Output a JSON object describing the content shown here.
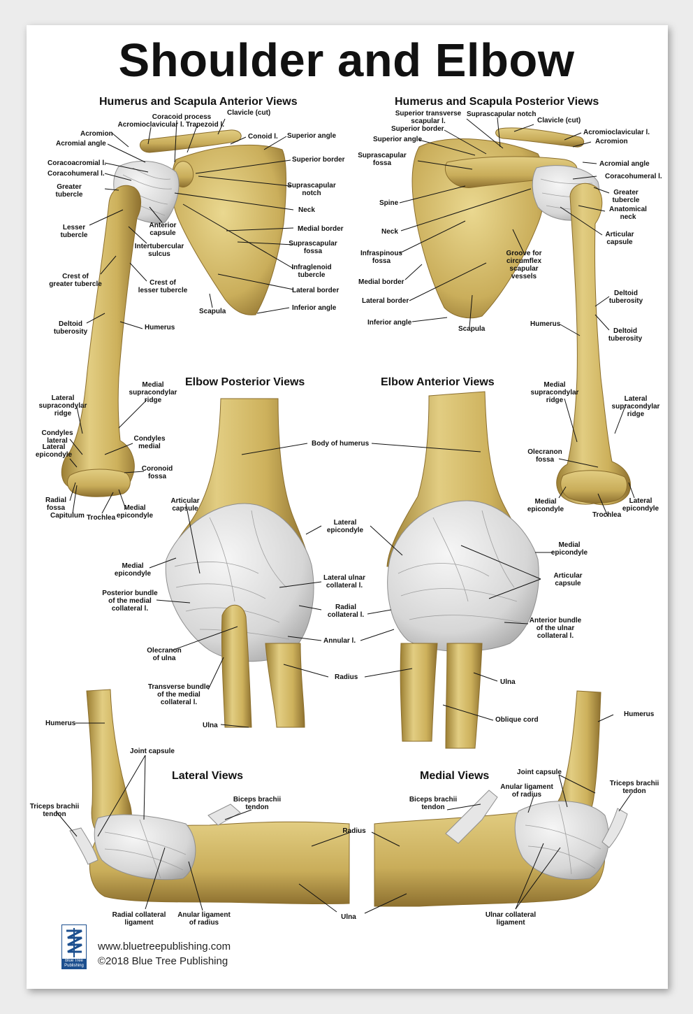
{
  "poster": {
    "title": "Shoulder and Elbow",
    "footer": {
      "url": "www.bluetreepublishing.com",
      "copyright": "©2018 Blue Tree Publishing",
      "logo_text": "Blue Tree Publishing"
    }
  },
  "sections": {
    "anterior_shoulder": "Humerus and Scapula Anterior Views",
    "posterior_shoulder": "Humerus and Scapula Posterior Views",
    "elbow_posterior": "Elbow Posterior Views",
    "elbow_anterior": "Elbow Anterior Views",
    "lateral": "Lateral Views",
    "medial": "Medial Views"
  },
  "labels": {
    "ant": {
      "coracoid_process": "Coracoid process",
      "clavicle_cut": "Clavicle (cut)",
      "acromioclavicular": "Acromioclavicular l.",
      "trapezoid": "Trapezoid l.",
      "acromion": "Acromion",
      "conoid": "Conoid l.",
      "superior_angle": "Superior angle",
      "acromial_angle": "Acromial angle",
      "coracoacromial": "Coracoacromial l.",
      "superior_border": "Superior border",
      "coracohumeral": "Coracohumeral l.",
      "greater_tubercle": "Greater\ntubercle",
      "suprascapular_notch": "Suprascapular\nnotch",
      "neck": "Neck",
      "lesser_tubercle": "Lesser\ntubercle",
      "anterior_capsule": "Anterior\ncapsule",
      "medial_border": "Medial border",
      "intertubercular_sulcus": "Intertubercular\nsulcus",
      "suprascapular_fossa": "Suprascapular\nfossa",
      "infraglenoid_tubercle": "Infraglenoid\ntubercle",
      "crest_greater": "Crest of\ngreater tubercle",
      "crest_lesser": "Crest of\nlesser tubercle",
      "lateral_border": "Lateral border",
      "scapula": "Scapula",
      "inferior_angle": "Inferior angle",
      "deltoid_tuberosity": "Deltoid\ntuberosity",
      "humerus": "Humerus",
      "medial_supracondylar": "Medial\nsupracondylar\nridge",
      "lateral_supracondylar": "Lateral\nsupracondylar\nridge",
      "condyles_lateral": "Condyles\nlateral",
      "condyles_medial": "Condyles\nmedial",
      "lateral_epicondyle": "Lateral\nepicondyle",
      "coronoid_fossa": "Coronoid\nfossa",
      "radial_fossa": "Radial\nfossa",
      "medial_epicondyle": "Medial\nepicondyle",
      "capitulum": "Capitulum",
      "trochlea": "Trochlea"
    },
    "post": {
      "superior_transverse": "Superior transverse\nscapular l.",
      "suprascapular_notch": "Suprascapular notch",
      "clavicle_cut": "Clavicle (cut)",
      "superior_border": "Superior border",
      "acromioclavicular": "Acromioclavicular l.",
      "superior_angle": "Superior angle",
      "acromion": "Acromion",
      "suprascapular_fossa": "Suprascapular\nfossa",
      "acromial_angle": "Acromial angle",
      "coracohumeral": "Coracohumeral l.",
      "greater_tubercle": "Greater\ntubercle",
      "spine": "Spine",
      "anatomical_neck": "Anatomical\nneck",
      "neck": "Neck",
      "articular_capsule": "Articular\ncapsule",
      "infraspinous_fossa": "Infraspinous\nfossa",
      "groove": "Groove for\ncircumflex\nscapular\nvessels",
      "medial_border": "Medial border",
      "lateral_border": "Lateral border",
      "deltoid_tuberosity_a": "Deltoid\ntuberosity",
      "humerus": "Humerus",
      "deltoid_tuberosity_b": "Deltoid\ntuberosity",
      "inferior_angle": "Inferior angle",
      "scapula": "Scapula",
      "medial_supracondylar": "Medial\nsupracondylar\nridge",
      "lateral_supracondylar": "Lateral\nsupracondylar\nridge",
      "olecranon_fossa": "Olecranon\nfossa",
      "medial_epicondyle": "Medial\nepicondyle",
      "lateral_epicondyle": "Lateral\nepicondyle",
      "trochlea": "Trochlea"
    },
    "elbow": {
      "body_of_humerus": "Body of  humerus",
      "articular_capsule_l": "Articular\ncapsule",
      "lateral_epicondyle": "Lateral\nepicondyle",
      "medial_epicondyle_l": "Medial\nepicondyle",
      "medial_epicondyle_r": "Medial\nepicondyle",
      "articular_capsule_r": "Articular\ncapsule",
      "lateral_ulnar_collateral": "Lateral ulnar\ncollateral l.",
      "posterior_bundle": "Posterior bundle\nof the medial\ncollateral l.",
      "radial_collateral": "Radial\ncollateral l.",
      "anterior_bundle": "Anterior bundle\nof the ulnar\ncollateral l.",
      "annular": "Annular l.",
      "olecranon_of_ulna": "Olecranon\nof ulna",
      "radius": "Radius",
      "ulna_r": "Ulna",
      "transverse_bundle": "Transverse bundle\nof the medial\ncollateral l.",
      "oblique_cord": "Oblique cord",
      "ulna_l": "Ulna"
    },
    "side": {
      "humerus_l": "Humerus",
      "humerus_r": "Humerus",
      "joint_capsule_l": "Joint capsule",
      "joint_capsule_r": "Joint capsule",
      "anular_radius_top": "Anular ligament\nof radius",
      "triceps_l": "Triceps brachii\ntendon",
      "triceps_r": "Triceps brachii\ntendon",
      "biceps_l": "Biceps brachii\ntendon",
      "biceps_r": "Biceps brachii\ntendon",
      "radius": "Radius",
      "ulna": "Ulna",
      "radial_collateral": "Radial collateral\nligament",
      "anular_radius_bottom": "Anular ligament\nof radius",
      "ulnar_collateral": "Ulnar collateral\nligament"
    }
  },
  "colors": {
    "bone": "#cfb563",
    "bone_shadow": "#8f7430",
    "bone_highlight": "#ecdb98",
    "ligament": "#dedede",
    "ligament_line": "#9a9a9a",
    "leader": "#111111"
  }
}
